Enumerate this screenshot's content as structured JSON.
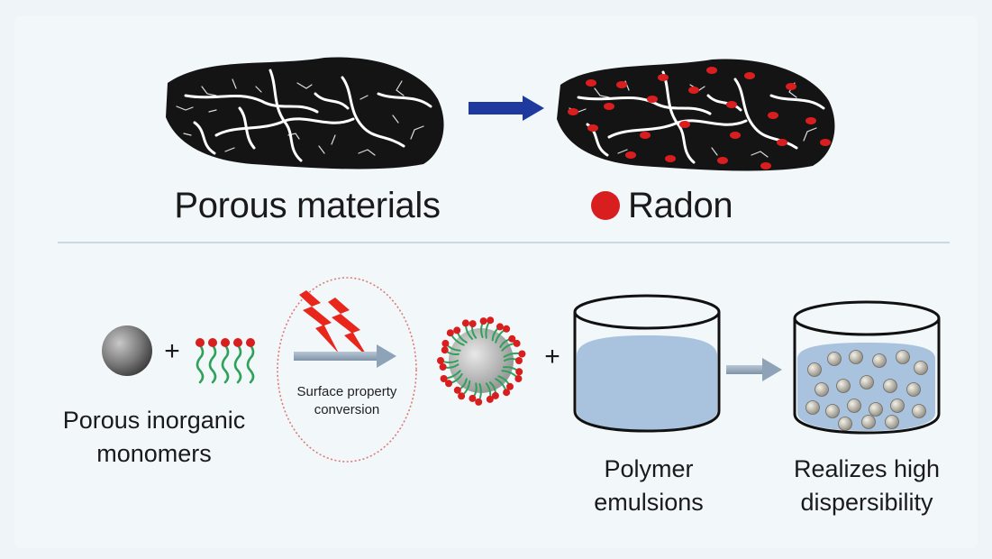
{
  "top": {
    "left_label": "Porous materials",
    "right_label": "Radon"
  },
  "bottom": {
    "plus_1": "+",
    "plus_2": "+",
    "monomers_line1": "Porous inorganic",
    "monomers_line2": "monomers",
    "conversion_line1": "Surface property",
    "conversion_line2": "conversion",
    "emulsion_line1": "Polymer",
    "emulsion_line2": "emulsions",
    "result_line1": "Realizes high",
    "result_line2": "dispersibility"
  },
  "colors": {
    "radon": "#d81e1e",
    "arrow_blue": "#1e3a9e",
    "arrow_gray": "#8fa3b8",
    "emulsion": "#a9c3de",
    "chain_green": "#2ea15a",
    "lightning": "#e8261c"
  }
}
